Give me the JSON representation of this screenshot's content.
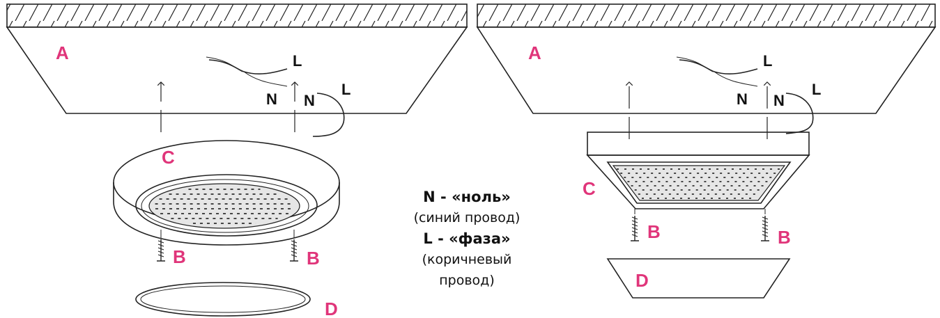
{
  "colors": {
    "label_pink": "#e0357a",
    "line": "#222222"
  },
  "left_panel": {
    "label_a": "A",
    "label_c": "C",
    "label_b1": "B",
    "label_b2": "B",
    "label_d": "D",
    "wire_l_top": "L",
    "wire_n_left": "N",
    "wire_n_right": "N",
    "wire_l_right": "L"
  },
  "right_panel": {
    "label_a": "A",
    "label_c": "C",
    "label_b1": "B",
    "label_b2": "B",
    "label_d": "D",
    "wire_l_top": "L",
    "wire_n_left": "N",
    "wire_n_right": "N",
    "wire_l_right": "L"
  },
  "legend": {
    "n_line": "N - «ноль»",
    "n_desc": "(синий провод)",
    "l_line": "L - «фаза»",
    "l_desc_1": "(коричневый",
    "l_desc_2": "провод)"
  }
}
